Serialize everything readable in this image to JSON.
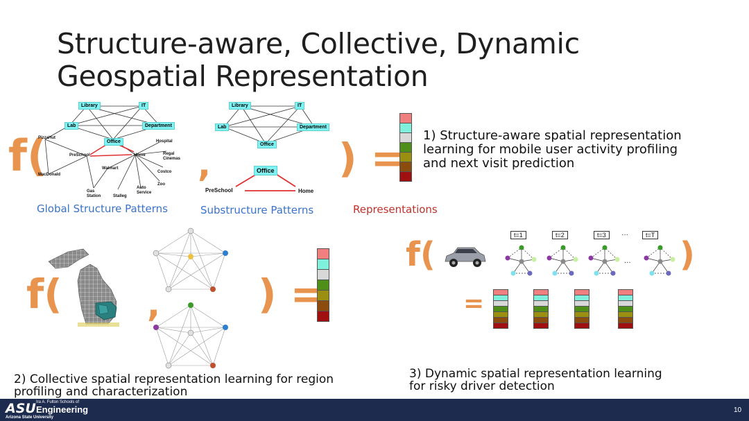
{
  "slide": {
    "title_line1": "Structure-aware, Collective, Dynamic",
    "title_line2": "Geospatial Representation",
    "page_number": "10"
  },
  "section1": {
    "f_open": "f(",
    "comma": ",",
    "close_eq": ") =",
    "caption_line1": "1) Structure-aware spatial representation",
    "caption_line2": "learning for mobile user activity profiling",
    "caption_line3": "and next visit prediction",
    "label_global": "Global Structure Patterns",
    "label_sub": "Substructure Patterns",
    "label_repr": "Representations",
    "global_nodes": [
      "Library",
      "IT",
      "Lab",
      "Department",
      "Office"
    ],
    "global_small": [
      "PizzaHut",
      "PreSchool",
      "Home",
      "Hospital",
      "Regal Cinemas",
      "Walmart",
      "Costco",
      "MacDonald",
      "Zoo",
      "Auto Service",
      "Gas Station",
      "Stalleg"
    ],
    "sub_nodes": [
      "Library",
      "IT",
      "Lab",
      "Department",
      "Office"
    ],
    "sub2_nodes": [
      "Office",
      "PreSchool",
      "Home"
    ]
  },
  "section2": {
    "f_open": "f(",
    "comma": ",",
    "close_eq": ") =",
    "caption_line1": "2) Collective spatial representation learning for region",
    "caption_line2": "profiling and characterization"
  },
  "section3": {
    "f_open": "f(",
    "close": ")",
    "eq": "=",
    "time_labels": [
      "t=1",
      "t=2",
      "t=3",
      "t=T"
    ],
    "ellipsis": "···",
    "caption_line1": "3) Dynamic spatial representation learning",
    "caption_line2": "for risky driver detection"
  },
  "footer": {
    "logo_asu": "ASU",
    "school_small": "Ira A. Fulton Schools of",
    "school_big": "Engineering",
    "university": "Arizona State University"
  },
  "colors": {
    "accent_orange": "#e8944f",
    "node_cyan": "#7ff3f3",
    "caption_blue": "#3a73c9",
    "caption_red": "#c0312b",
    "footer_navy": "#1d2b4f",
    "stack": [
      "#f08080",
      "#7ff0dc",
      "#d8d8d8",
      "#4e8f1a",
      "#9a8f10",
      "#8b4c0e",
      "#a01010"
    ]
  }
}
